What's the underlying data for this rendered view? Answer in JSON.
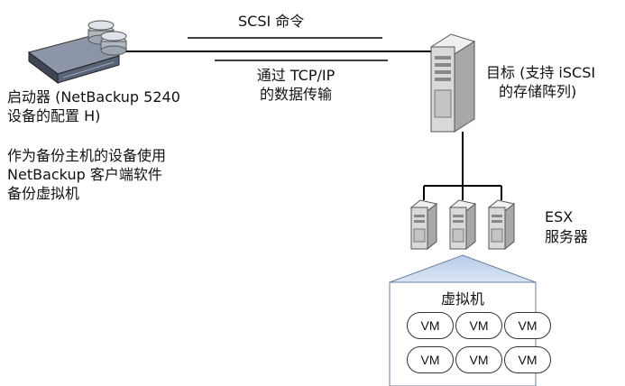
{
  "connection_top_label": "SCSI 命令",
  "connection_bottom_label_line1": "通过 TCP/IP",
  "connection_bottom_label_line2": "的数据传输",
  "initiator_label_line1": "启动器 (NetBackup 5240",
  "initiator_label_line2": "设备的配置 H)",
  "initiator_note_line1": "作为备份主机的设备使用",
  "initiator_note_line2": "NetBackup 客户端软件",
  "initiator_note_line3": "备份虚拟机",
  "target_label_line1": "目标 (支持 iSCSI",
  "target_label_line2": "的存储阵列)",
  "esx_label_line1": "ESX",
  "esx_label_line2": "服务器",
  "vm_group_title": "虚拟机",
  "vm_items": [
    "VM",
    "VM",
    "VM",
    "VM",
    "VM",
    "VM"
  ],
  "colors": {
    "line": "#000000",
    "vm_box_border": "#6b7f9e",
    "vm_box_top": "#b8cbe8",
    "server_body": "#d9d9d9",
    "appliance_body": "#5a6478"
  },
  "icons": [
    "appliance-icon",
    "storage-array-icon",
    "esx-server-icon"
  ]
}
